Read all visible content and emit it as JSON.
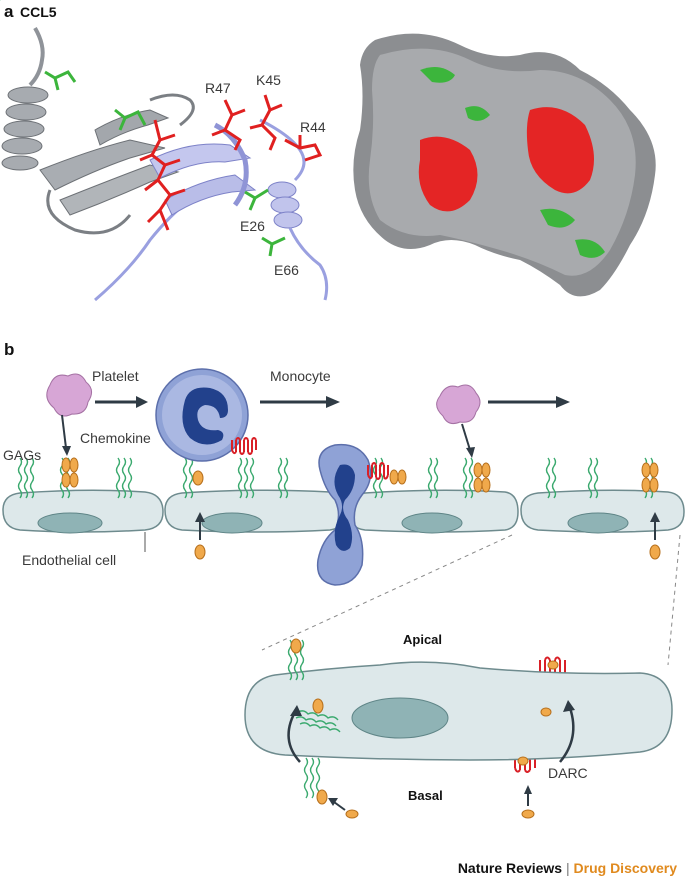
{
  "panel_a": {
    "letter": "a",
    "title": "CCL5",
    "residues": [
      "R47",
      "K45",
      "R44",
      "E26",
      "E66"
    ]
  },
  "panel_b": {
    "letter": "b",
    "labels": {
      "platelet": "Platelet",
      "monocyte": "Monocyte",
      "gags": "GAGs",
      "chemokine": "Chemokine",
      "endothelial": "Endothelial cell",
      "apical": "Apical",
      "basal": "Basal",
      "darc": "DARC"
    }
  },
  "colors": {
    "ribbon_grey": "#9a9ea3",
    "ribbon_blue": "#b9bde6",
    "basic_residue": "#e02020",
    "acidic_residue": "#3cb53c",
    "cell_fill": "#dde8ea",
    "nucleus_fill": "#8fb3b5",
    "chemokine_orange": "#f0a94b",
    "gag_green": "#3aa96e",
    "receptor_red": "#d92027",
    "platelet_pink": "#d7a6d6",
    "monocyte_blue": "#8fa2d6"
  },
  "footer": {
    "journal": "Nature Reviews",
    "separator": "|",
    "section": "Drug Discovery"
  }
}
